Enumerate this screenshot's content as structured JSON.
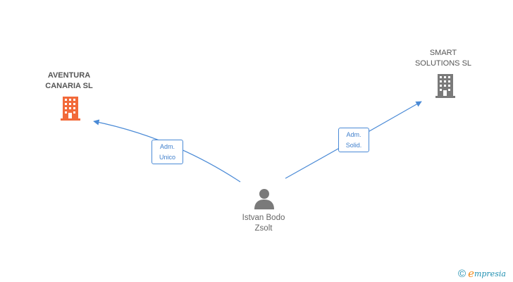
{
  "nodes": [
    {
      "id": "aventura",
      "type": "company",
      "name_lines": [
        "AVENTURA",
        "CANARIA SL"
      ],
      "icon": "building-icon",
      "color": "#f26a3a"
    },
    {
      "id": "smart",
      "type": "company",
      "name_lines": [
        "SMART",
        "SOLUTIONS SL"
      ],
      "icon": "building-icon",
      "color": "#7a7a7a"
    },
    {
      "id": "istvan",
      "type": "person",
      "name_lines": [
        "Istvan Bodo",
        "Zsolt"
      ],
      "icon": "person-icon",
      "color": "#7a7a7a"
    }
  ],
  "edges": [
    {
      "from": "istvan",
      "to": "aventura",
      "label_lines": [
        "Adm.",
        "Unico"
      ]
    },
    {
      "from": "istvan",
      "to": "smart",
      "label_lines": [
        "Adm.",
        "Solid."
      ]
    }
  ],
  "colors": {
    "edge": "#4a8ad6",
    "edge_label_text": "#3f7fcc",
    "company_highlight": "#f26a3a",
    "company_default": "#7a7a7a"
  },
  "watermark": {
    "copyright": "©",
    "brand_initial": "e",
    "brand_rest": "mpresia"
  }
}
